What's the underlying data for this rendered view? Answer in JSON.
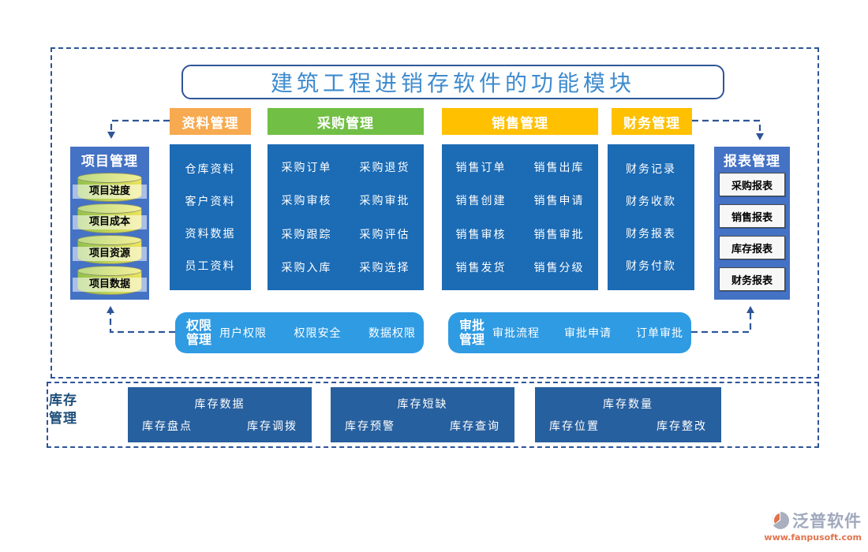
{
  "title": "建筑工程进销存软件的功能模块",
  "left_panel": {
    "title": "项目管理",
    "items": [
      "项目进度",
      "项目成本",
      "项目资源",
      "项目数据"
    ]
  },
  "right_panel": {
    "title": "报表管理",
    "items": [
      "采购报表",
      "销售报表",
      "库存报表",
      "财务报表"
    ]
  },
  "columns": [
    {
      "header": "资料管理",
      "items": [
        "仓库资料",
        "客户资料",
        "资料数据",
        "员工资料"
      ]
    },
    {
      "header": "采购管理",
      "items": [
        "采购订单",
        "采购退货",
        "采购审核",
        "采购审批",
        "采购跟踪",
        "采购评估",
        "采购入库",
        "采购选择"
      ]
    },
    {
      "header": "销售管理",
      "items": [
        "销售订单",
        "销售出库",
        "销售创建",
        "销售申请",
        "销售审核",
        "销售审批",
        "销售发货",
        "销售分级"
      ]
    },
    {
      "header": "财务管理",
      "items": [
        "财务记录",
        "财务收款",
        "财务报表",
        "财务付款"
      ]
    }
  ],
  "permission_box": {
    "title_line1": "权限",
    "title_line2": "管理",
    "items": [
      "用户权限",
      "权限安全",
      "数据权限"
    ]
  },
  "approval_box": {
    "title_line1": "审批",
    "title_line2": "管理",
    "items": [
      "审批流程",
      "审批申请",
      "订单审批"
    ]
  },
  "inventory_section": {
    "label_line1": "库存",
    "label_line2": "管理",
    "groups": [
      {
        "title": "库存数据",
        "items": [
          "库存盘点",
          "库存调拨"
        ]
      },
      {
        "title": "库存短缺",
        "items": [
          "库存预警",
          "库存查询"
        ]
      },
      {
        "title": "库存数量",
        "items": [
          "库存位置",
          "库存整改"
        ]
      }
    ]
  },
  "logo": {
    "name": "泛普软件",
    "url": "www.fanpusoft.com"
  },
  "colors": {
    "frame_dash": "#2F5597",
    "title_text": "#3E8BCE",
    "header_data": "#F7AA50",
    "header_purchase": "#71BF45",
    "header_sales": "#FFC000",
    "header_finance": "#FFC000",
    "column_bg": "#1B6BB5",
    "side_panel_bg": "#4472C4",
    "pill_bg": "#2F9BE3",
    "inventory_box_bg": "#27609F",
    "cylinder_green": "#93C24C",
    "cylinder_yellow": "#EDE45F",
    "logo_url_color": "#E2724C"
  }
}
